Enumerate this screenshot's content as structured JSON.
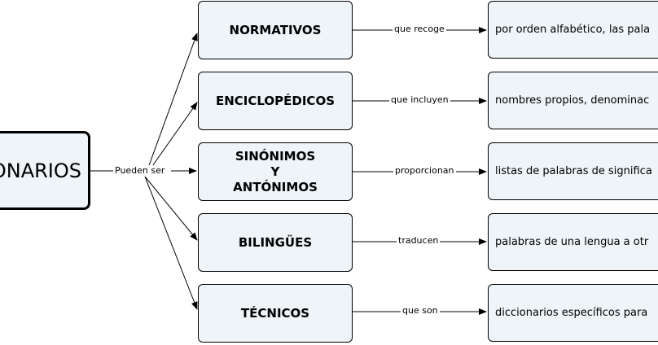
{
  "root": {
    "label": "ONARIOS"
  },
  "root_link": "Pueden ser",
  "branches": [
    {
      "category": [
        "NORMATIVOS"
      ],
      "link": "que recoge",
      "description": "por orden alfabético, las pala"
    },
    {
      "category": [
        "ENCICLOPÉDICOS"
      ],
      "link": "que incluyen",
      "description": "nombres propios, denominac"
    },
    {
      "category": [
        "SINÓNIMOS",
        "Y",
        "ANTÓNIMOS"
      ],
      "link": "proporcionan",
      "description": "listas de palabras de significa"
    },
    {
      "category": [
        "BILINGÜES"
      ],
      "link": "traducen",
      "description": "palabras de una lengua a otr"
    },
    {
      "category": [
        "TÉCNICOS"
      ],
      "link": "que son",
      "description": "diccionarios específicos para"
    }
  ]
}
